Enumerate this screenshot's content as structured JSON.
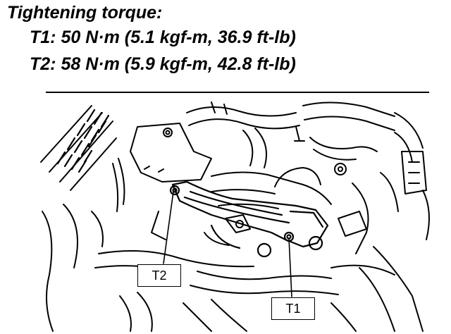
{
  "header": {
    "title": "Tightening torque:",
    "t1_spec": "T1: 50 N·m (5.1 kgf-m, 36.9 ft-lb)",
    "t2_spec": "T2: 58 N·m (5.9 kgf-m, 42.8 ft-lb)"
  },
  "callouts": {
    "t1": "T1",
    "t2": "T2"
  }
}
